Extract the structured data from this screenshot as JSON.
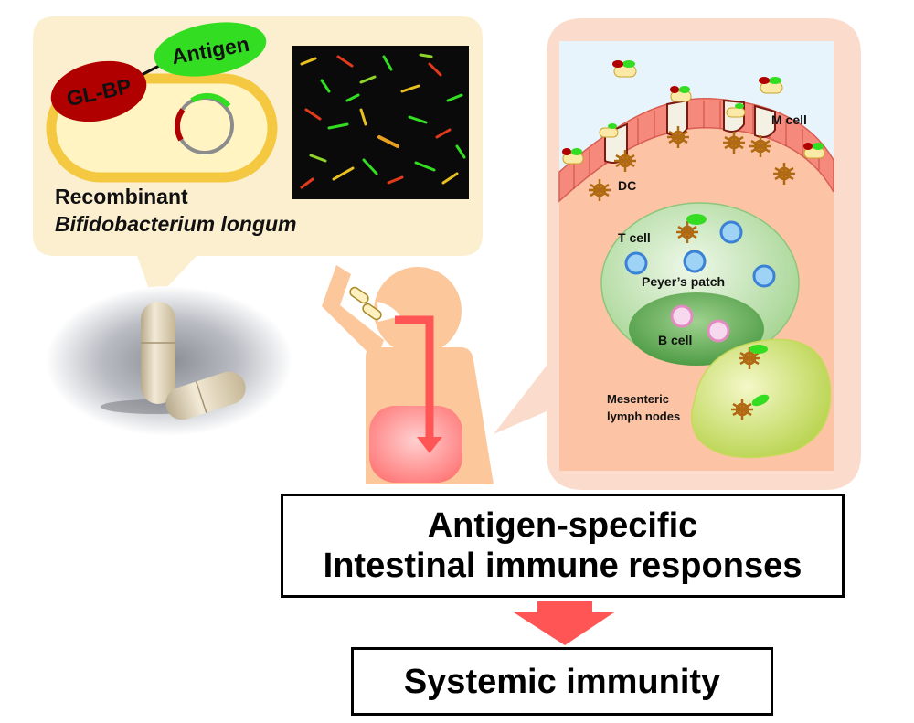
{
  "bacterium": {
    "gl_bp_label": "GL-BP",
    "antigen_label": "Antigen",
    "caption_line1": "Recombinant",
    "caption_line2": "Bifidobacterium longum"
  },
  "intestine": {
    "m_cell_label": "M cell",
    "dc_label": "DC",
    "t_cell_label": "T cell",
    "peyers_patch_label": "Peyer’s patch",
    "b_cell_label": "B cell",
    "mesenteric_line1": "Mesenteric",
    "mesenteric_line2": "lymph nodes"
  },
  "outcomes": {
    "local_line1": "Antigen-specific",
    "local_line2": "Intestinal immune responses",
    "systemic": "Systemic immunity"
  },
  "colors": {
    "bubble_fill": "#fbefcf",
    "bacterium_yellow": "#f5c842",
    "gl_bp_red": "#b00000",
    "antigen_green": "#33dd22",
    "arrow_red": "#ff5555",
    "skin": "#fcc89b",
    "t_cell_blue": "#3b82d6",
    "b_cell_pink": "#e28bc0"
  }
}
